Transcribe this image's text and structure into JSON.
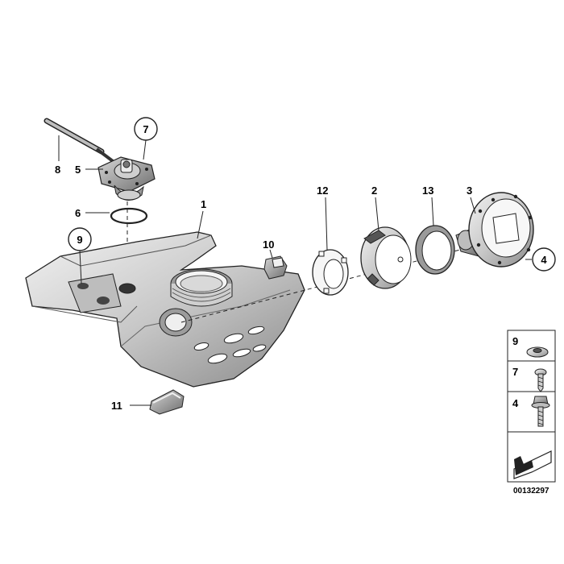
{
  "diagram": {
    "callouts": [
      {
        "id": "c1",
        "label": "1"
      },
      {
        "id": "c2",
        "label": "2"
      },
      {
        "id": "c3",
        "label": "3"
      },
      {
        "id": "c4",
        "label": "4"
      },
      {
        "id": "c5",
        "label": "5"
      },
      {
        "id": "c6",
        "label": "6"
      },
      {
        "id": "c7",
        "label": "7"
      },
      {
        "id": "c8",
        "label": "8"
      },
      {
        "id": "c9",
        "label": "9"
      },
      {
        "id": "c10",
        "label": "10"
      },
      {
        "id": "c11",
        "label": "11"
      },
      {
        "id": "c12",
        "label": "12"
      },
      {
        "id": "c13",
        "label": "13"
      }
    ],
    "legend": [
      {
        "label": "9",
        "icon": "washer-icon"
      },
      {
        "label": "7",
        "icon": "screw-icon"
      },
      {
        "label": "4",
        "icon": "bolt-icon"
      },
      {
        "label": "",
        "icon": "arrow-icon"
      }
    ],
    "diagram_id": "00132297"
  }
}
